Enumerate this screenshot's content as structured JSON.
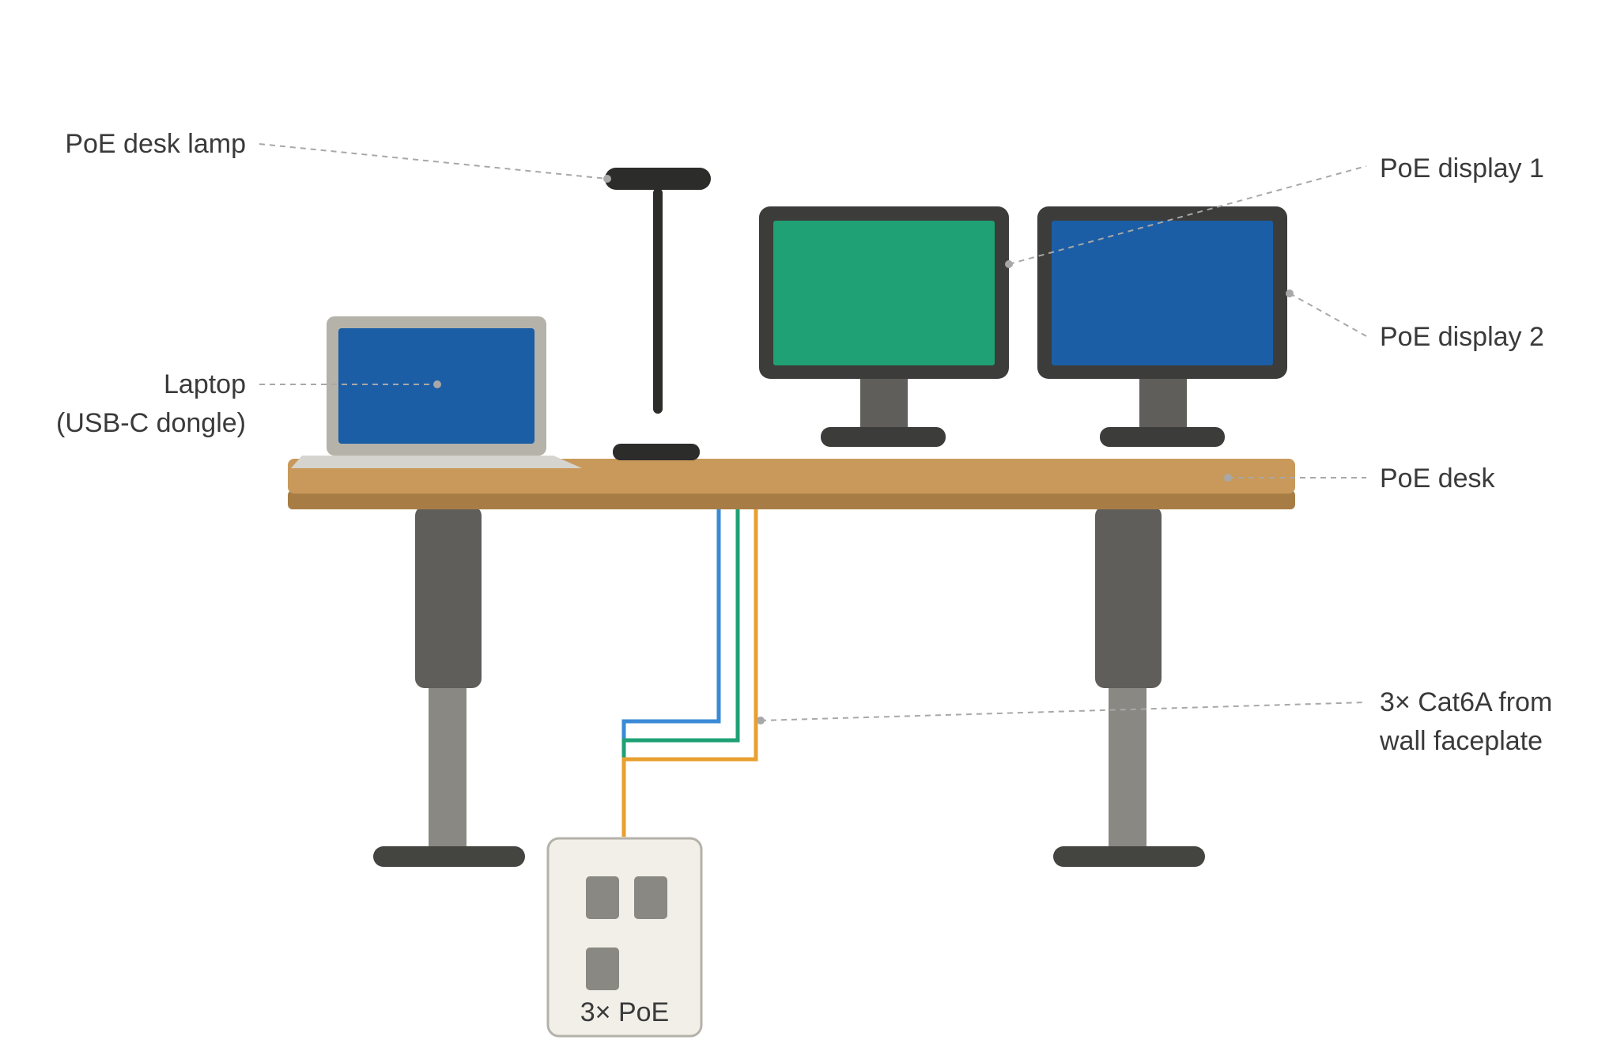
{
  "labels": {
    "lamp": "PoE desk lamp",
    "display1": "PoE display 1",
    "display2": "PoE display 2",
    "laptop_line1": "Laptop",
    "laptop_line2": "(USB-C dongle)",
    "desk": "PoE desk",
    "cables_line1": "3× Cat6A from",
    "cables_line2": "wall faceplate",
    "faceplate": "3× PoE"
  },
  "colors": {
    "desk_top": "#c8995a",
    "desk_edge": "#a87d45",
    "leg_upper": "#5f5e5a",
    "leg_lower": "#8a8882",
    "foot": "#444441",
    "monitor_bezel": "#3c3c3a",
    "display1_screen": "#1fa075",
    "display2_screen": "#1b5ea6",
    "laptop_body": "#b4b2a9",
    "laptop_base": "#d6d4ce",
    "laptop_screen": "#1b5ea6",
    "lamp": "#2c2c2a",
    "cable_blue": "#3a8ad6",
    "cable_green": "#1fa075",
    "cable_orange": "#e8a030",
    "faceplate_bg": "#f1efe8",
    "faceplate_border": "#b4b2a9",
    "port": "#8a8882",
    "text": "#3a3a3a",
    "leader": "#a8a8a8"
  }
}
